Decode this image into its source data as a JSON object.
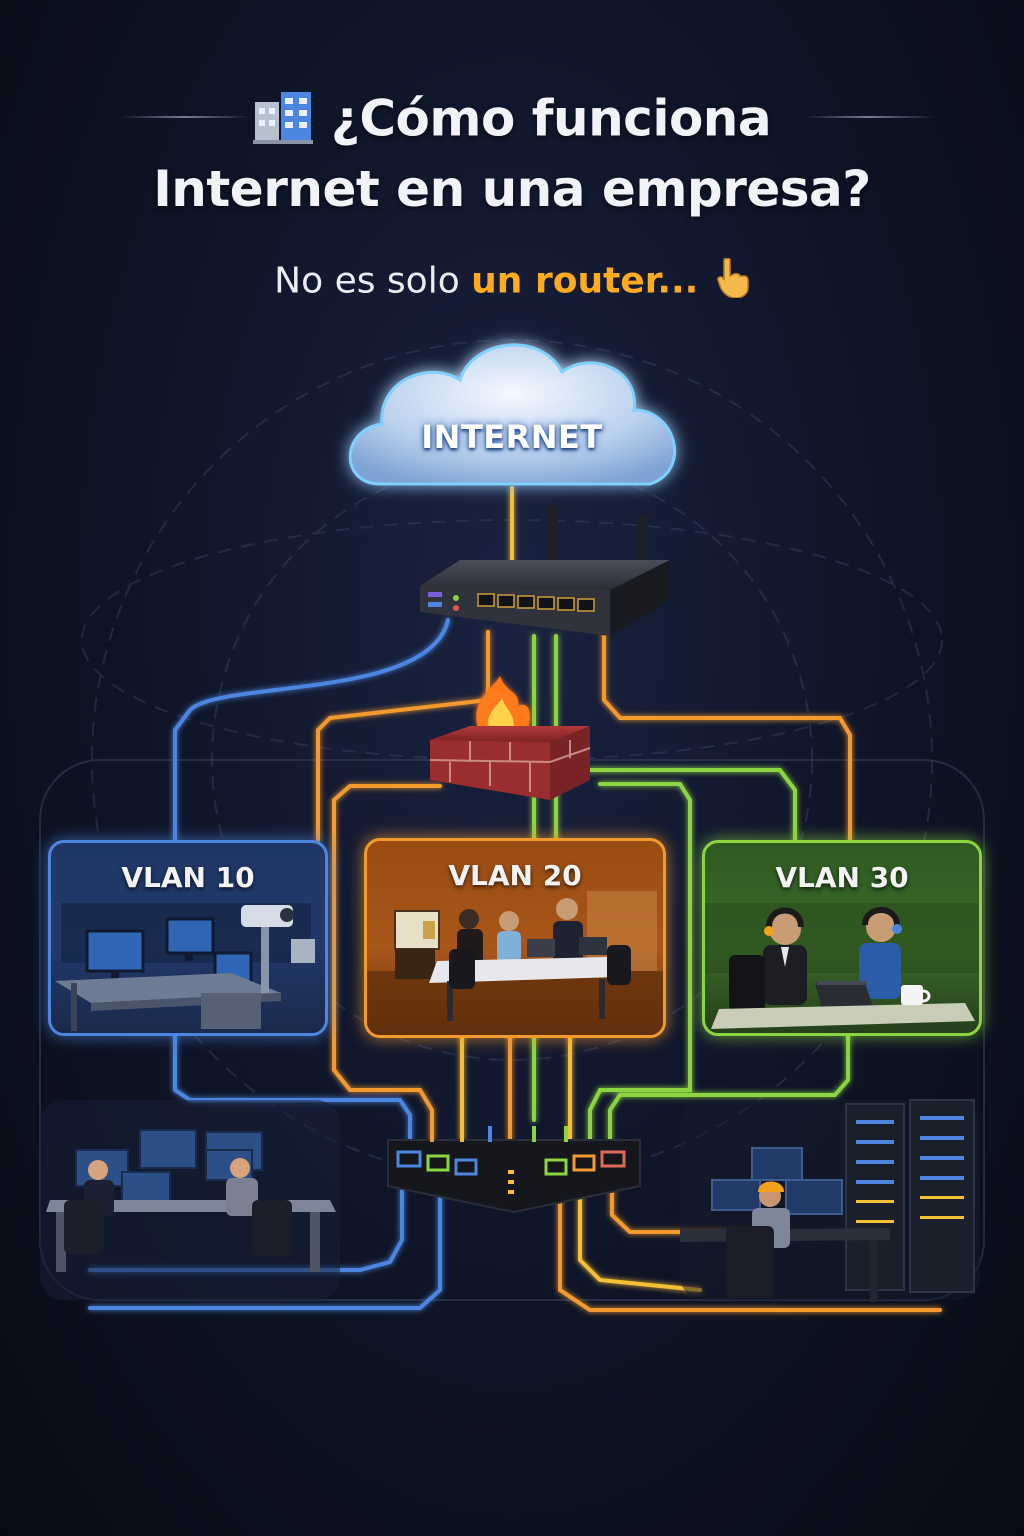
{
  "header": {
    "title_line_1": "¿Cómo funciona",
    "title_line_2": "Internet en una empresa?",
    "subtitle_plain": "No es solo ",
    "subtitle_accent": "un router...",
    "title_icon": "office-building-icon",
    "subtitle_icon": "pointing-down-hand-icon"
  },
  "diagram": {
    "cloud_label": "INTERNET",
    "router_icon": "router-icon",
    "firewall_icon": "firewall-icon",
    "switch_icon": "network-switch-icon",
    "vlans": [
      {
        "label": "VLAN 10",
        "color": "#4d86e0",
        "scene": "office-workstations"
      },
      {
        "label": "VLAN 20",
        "color": "#f29a2e",
        "scene": "meeting-room"
      },
      {
        "label": "VLAN 30",
        "color": "#8cd440",
        "scene": "call-center"
      }
    ],
    "lower_scenes": [
      "office-workers",
      "server-room-technician"
    ]
  },
  "colors": {
    "blue": "#4d86e0",
    "orange": "#f29a2e",
    "yellow": "#f5c034",
    "green": "#8cd440",
    "accent_text": "#ffab1f"
  }
}
